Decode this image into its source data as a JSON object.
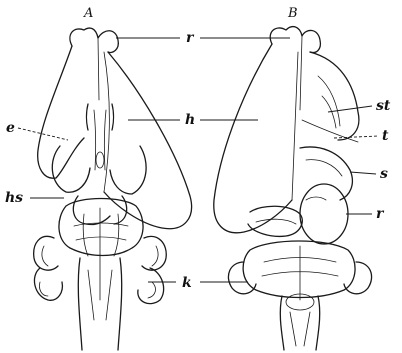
{
  "panels": [
    {
      "id": "A",
      "label": "A"
    },
    {
      "id": "B",
      "label": "B"
    }
  ],
  "labels": {
    "r_top": "r",
    "h": "h",
    "e": "e",
    "hs": "hs",
    "k": "k",
    "st": "st",
    "t": "t",
    "s": "s",
    "r_right": "r"
  },
  "colors": {
    "ink": "#1a1a1a",
    "background": "#ffffff"
  }
}
